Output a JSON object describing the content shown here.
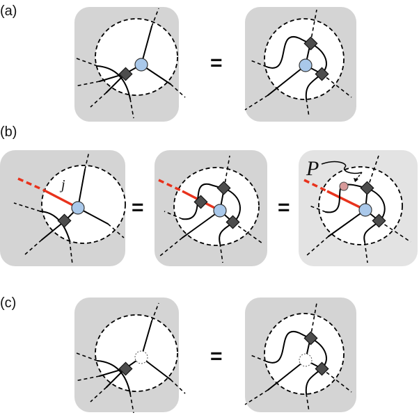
{
  "labels": {
    "a": "(a)",
    "b": "(b)",
    "c": "(c)"
  },
  "equals": "=",
  "symbols": {
    "j": "j",
    "P": "P"
  },
  "colors": {
    "tile_dark": "#d4d4d4",
    "tile_light": "#e3e3e3",
    "red_line": "#e8321c",
    "node_fill": "#a9c8ea",
    "diamond_fill": "#4d4d4d",
    "p_dot": "#d79a9a"
  }
}
